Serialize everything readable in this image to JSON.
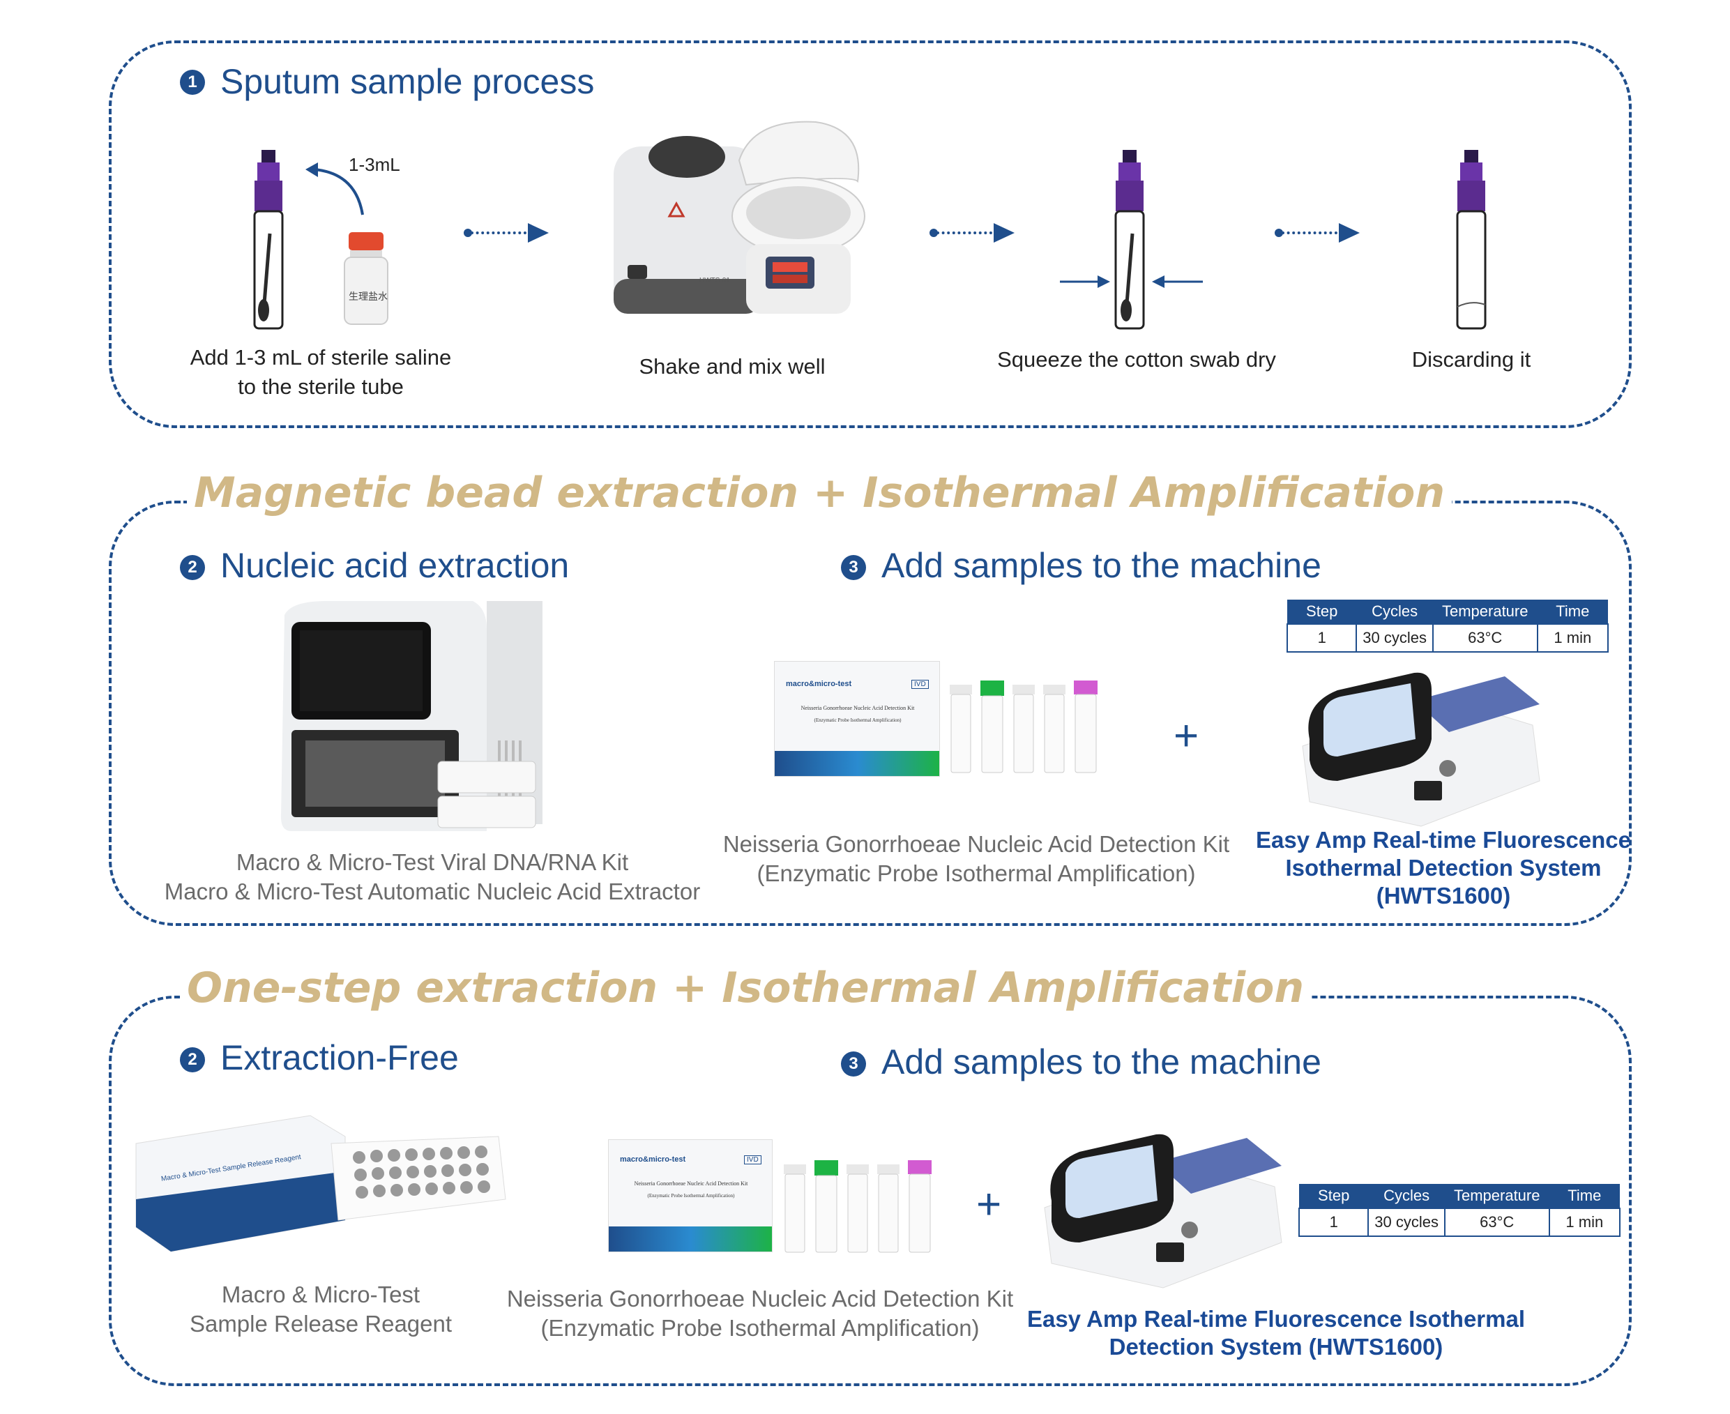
{
  "section1": {
    "number": "1",
    "title": "Sputum sample process",
    "volume_label": "1-3mL",
    "bottle_label": "生理盐水",
    "device_label": "HWTS-01",
    "steps": [
      {
        "line1": "Add 1-3 mL of sterile saline",
        "line2": "to the sterile tube"
      },
      {
        "line1": "Shake and mix well"
      },
      {
        "line1": "Squeeze the cotton swab dry"
      },
      {
        "line1": "Discarding it"
      }
    ]
  },
  "section2": {
    "banner": "Magnetic bead extraction + Isothermal Amplification",
    "step2_number": "2",
    "step2_title": "Nucleic acid extraction",
    "step3_number": "3",
    "step3_title": "Add samples to the machine",
    "extractor_caption": {
      "line1": "Macro & Micro-Test Viral DNA/RNA Kit",
      "line2": "Macro & Micro-Test Automatic Nucleic Acid Extractor"
    },
    "kit_caption": {
      "line1": "Neisseria Gonorrhoeae Nucleic Acid Detection Kit",
      "line2": "(Enzymatic Probe Isothermal Amplification)"
    },
    "system_caption": {
      "line1": "Easy Amp Real-time Fluorescence",
      "line2": "Isothermal Detection System",
      "line3": "(HWTS1600)"
    },
    "plus": "+"
  },
  "section3": {
    "banner": "One-step extraction + Isothermal Amplification",
    "step2_number": "2",
    "step2_title": "Extraction-Free",
    "step3_number": "3",
    "step3_title": "Add samples to the machine",
    "reagent_caption": {
      "line1": "Macro & Micro-Test",
      "line2": "Sample Release Reagent"
    },
    "kit_caption": {
      "line1": "Neisseria Gonorrhoeae Nucleic Acid Detection Kit",
      "line2": "(Enzymatic Probe Isothermal Amplification)"
    },
    "system_caption": {
      "line1": "Easy Amp Real-time Fluorescence Isothermal",
      "line2": "Detection System (HWTS1600)"
    },
    "plus": "+"
  },
  "kit_box": {
    "brand": "macro&micro-test",
    "ivd": "IVD",
    "name": "Neisseria Gonorrhoeae Nucleic Acid Detection Kit",
    "subtitle": "(Enzymatic Probe Isothermal Amplification)"
  },
  "reagent_box": {
    "label": "Macro & Micro-Test Sample Release Reagent"
  },
  "program_table": {
    "headers": [
      "Step",
      "Cycles",
      "Temperature",
      "Time"
    ],
    "row": [
      "1",
      "30 cycles",
      "63°C",
      "1 min"
    ]
  },
  "colors": {
    "primary_blue": "#1f4e8c",
    "banner_gold": "#d1b886",
    "caption_gray": "#6b6b6b",
    "cap_purple": "#5b2c8f",
    "bottle_red": "#e24a2e",
    "tube_green": "#1db344",
    "tube_magenta": "#d25bd1"
  },
  "icons": [
    "arrow-right-icon",
    "plus-icon",
    "squeeze-arrow-icon"
  ]
}
